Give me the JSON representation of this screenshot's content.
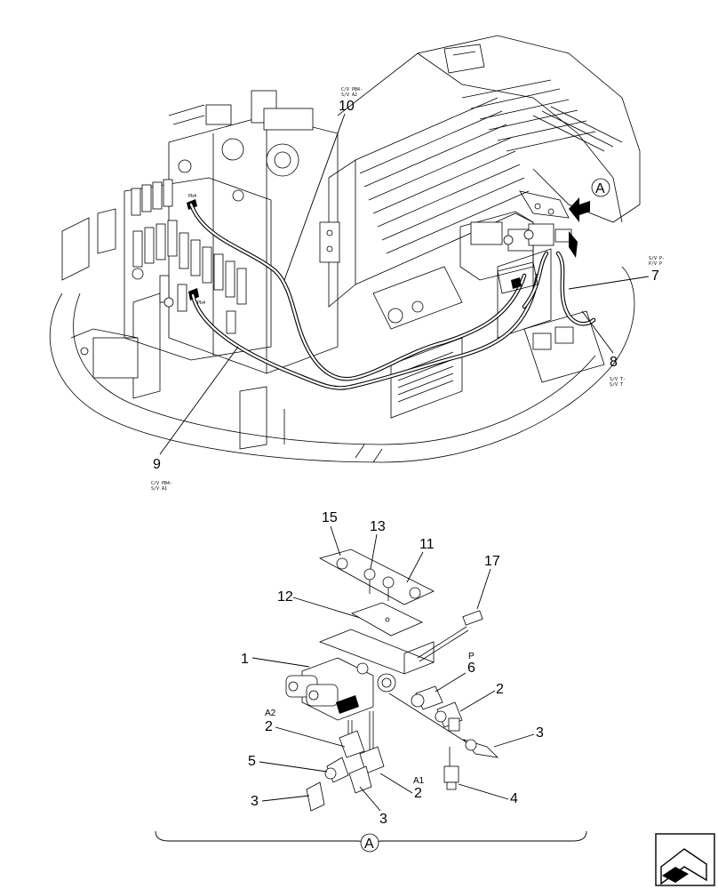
{
  "callouts": {
    "c1": "1",
    "c2a": "2",
    "c2b": "2",
    "c2c": "2",
    "c3a": "3",
    "c3b": "3",
    "c3c": "3",
    "c4": "4",
    "c5": "5",
    "c6": "6",
    "c7": "7",
    "c8": "8",
    "c9": "9",
    "c10": "10",
    "c11": "11",
    "c12": "12",
    "c13": "13",
    "c15": "15",
    "c17": "17"
  },
  "port_labels": {
    "a2": "A2",
    "a1": "A1",
    "p": "P",
    "pb4_upper": "Pb4",
    "pb4_lower": "Pb4"
  },
  "detail_ref": {
    "upper_letter": "A",
    "lower_letter": "A"
  }
}
